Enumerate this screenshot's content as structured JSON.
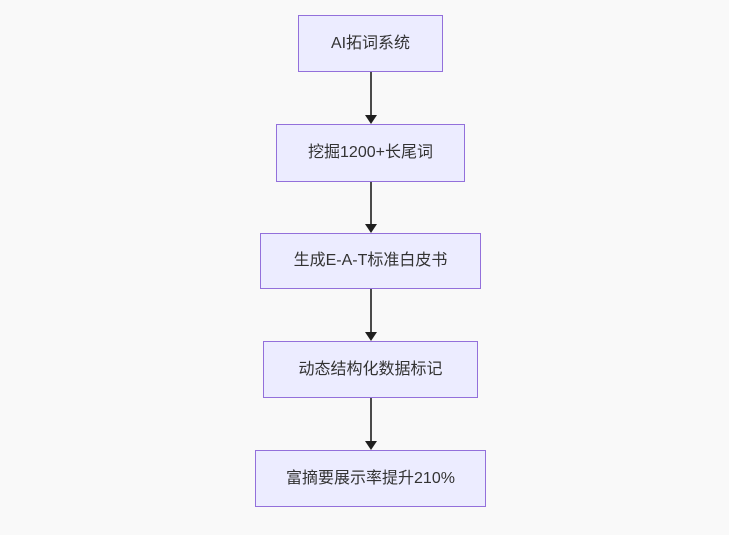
{
  "diagram": {
    "type": "flowchart",
    "direction": "top-down",
    "nodes": [
      {
        "id": "n1",
        "label": "AI拓词系统"
      },
      {
        "id": "n2",
        "label": "挖掘1200+长尾词"
      },
      {
        "id": "n3",
        "label": "生成E-A-T标准白皮书"
      },
      {
        "id": "n4",
        "label": "动态结构化数据标记"
      },
      {
        "id": "n5",
        "label": "富摘要展示率提升210%"
      }
    ],
    "edges": [
      {
        "from": "AI拓词系统",
        "to": "挖掘1200+长尾词"
      },
      {
        "from": "挖掘1200+长尾词",
        "to": "生成E-A-T标准白皮书"
      },
      {
        "from": "生成E-A-T标准白皮书",
        "to": "动态结构化数据标记"
      },
      {
        "from": "动态结构化数据标记",
        "to": "富摘要展示率提升210%"
      }
    ],
    "colors": {
      "background": "#f9f9f9",
      "node_fill": "#ececff",
      "node_border": "#9370db",
      "arrow_line": "#4b4b4b",
      "arrow_head": "#1f1f1f",
      "text": "#333333"
    }
  }
}
